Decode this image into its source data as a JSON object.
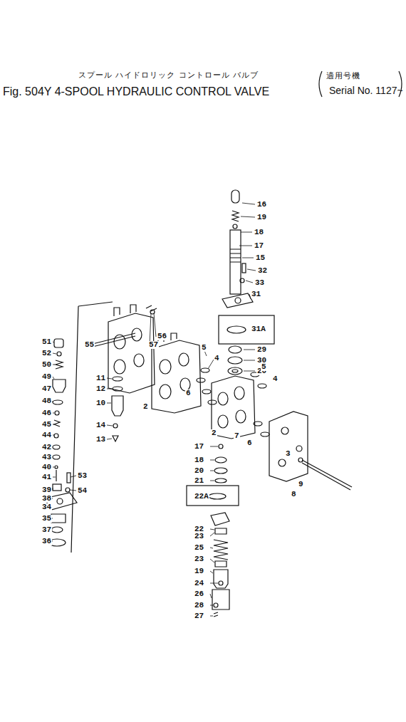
{
  "diagram": {
    "title": "Fig. 504Y 4-SPOOL HYDRAULIC CONTROL VALVE",
    "labels": [
      "スプール ハイドロリック コントロール バルブ",
      "適用号機",
      "Serial No. 1127~",
      "16",
      "19",
      "18",
      "17",
      "15",
      "32",
      "33",
      "31",
      "31A",
      "29",
      "30",
      "20",
      "56",
      "57",
      "55",
      "5",
      "4",
      "5",
      "4",
      "11",
      "12",
      "10",
      "14",
      "13",
      "2",
      "6",
      "2",
      "7",
      "6",
      "3",
      "9",
      "8",
      "17",
      "18",
      "20",
      "21",
      "22A",
      "22",
      "23",
      "25",
      "23",
      "19",
      "24",
      "26",
      "28",
      "27",
      "51",
      "52",
      "50",
      "49",
      "47",
      "48",
      "46",
      "45",
      "44",
      "42",
      "43",
      "40",
      "41",
      "39",
      "38",
      "34",
      "35",
      "37",
      "36",
      "53",
      "54"
    ]
  }
}
